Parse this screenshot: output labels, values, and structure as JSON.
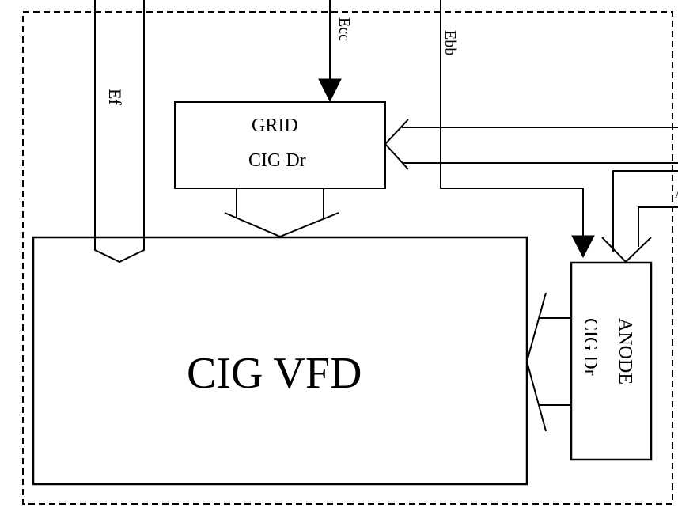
{
  "diagram": {
    "title": "CIG VFD drive block diagram",
    "blocks": {
      "display": {
        "label": "CIG VFD"
      },
      "grid_driver": {
        "line1": "GRID",
        "line2": "CIG Dr"
      },
      "anode_driver": {
        "line1": "ANODE",
        "line2": "CIG Dr"
      }
    },
    "signals": {
      "filament": "Ef",
      "grid_supply": "Ecc",
      "anode_supply": "Ebb",
      "cut_off_label": "A"
    },
    "colors": {
      "stroke": "#000000",
      "background": "#ffffff"
    }
  }
}
